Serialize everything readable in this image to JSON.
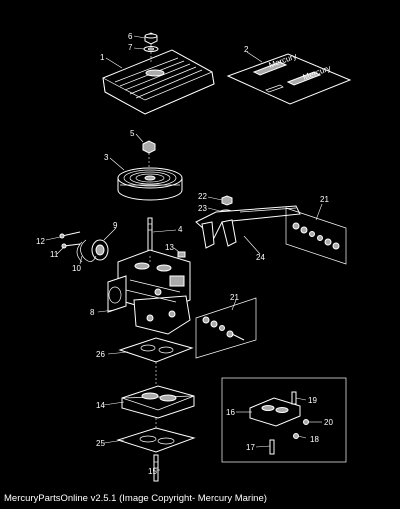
{
  "diagram": {
    "callouts": [
      "1",
      "2",
      "3",
      "4",
      "5",
      "6",
      "7",
      "8",
      "9",
      "10",
      "11",
      "12",
      "13",
      "14",
      "15",
      "16",
      "17",
      "18",
      "19",
      "20",
      "21",
      "21",
      "22",
      "23",
      "24",
      "25",
      "26"
    ],
    "decal_text": [
      "Mercury",
      "Mercury"
    ]
  },
  "caption": "MercuryPartsOnline v2.5.1 (Image Copyright- Mercury Marine)",
  "colors": {
    "background": "#000000",
    "foreground": "#ffffff"
  }
}
